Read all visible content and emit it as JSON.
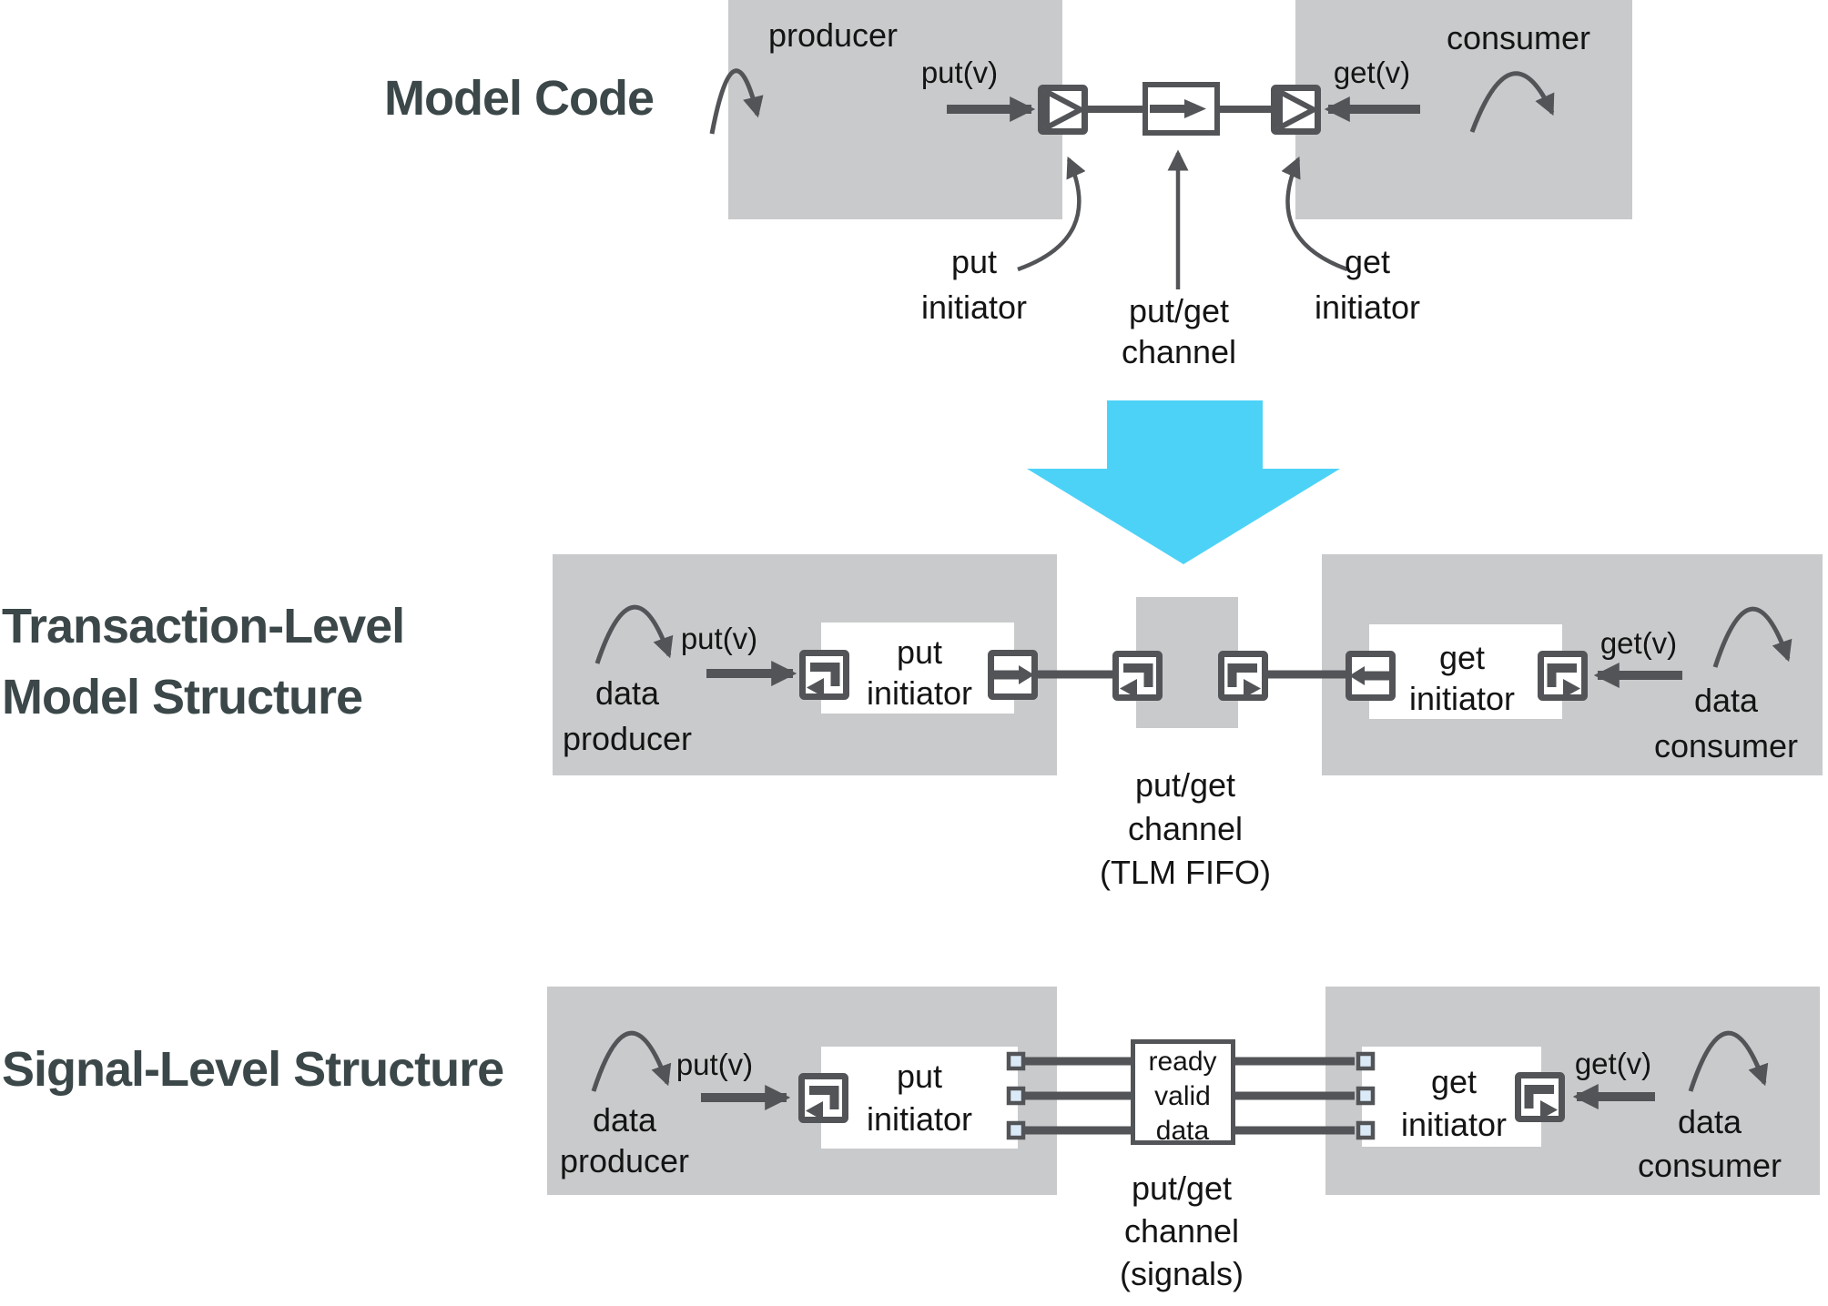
{
  "colors": {
    "module_gray": "#c9cacb",
    "stroke_dark": "#525457",
    "refine_cyan": "#4dd2f7",
    "pin_fill": "#dbeaf7",
    "title_slate": "#3b4748",
    "text_black": "#141414"
  },
  "top": {
    "title": "Model Code",
    "producer_label": "producer",
    "consumer_label": "consumer",
    "put_call": "put(v)",
    "get_call": "get(v)",
    "put_initiator": [
      "put",
      "initiator"
    ],
    "channel": [
      "put/get",
      "channel"
    ],
    "get_initiator": [
      "get",
      "initiator"
    ]
  },
  "tlm": {
    "title": [
      "Transaction-Level",
      "Model Structure"
    ],
    "producer": [
      "data",
      "producer"
    ],
    "consumer": [
      "data",
      "consumer"
    ],
    "put_call": "put(v)",
    "get_call": "get(v)",
    "put_initiator": [
      "put",
      "initiator"
    ],
    "get_initiator": [
      "get",
      "initiator"
    ],
    "channel": [
      "put/get",
      "channel",
      "(TLM FIFO)"
    ]
  },
  "signal": {
    "title": "Signal-Level Structure",
    "producer": [
      "data",
      "producer"
    ],
    "consumer": [
      "data",
      "consumer"
    ],
    "put_call": "put(v)",
    "get_call": "get(v)",
    "put_initiator": [
      "put",
      "initiator"
    ],
    "get_initiator": [
      "get",
      "initiator"
    ],
    "signals": [
      "ready",
      "valid",
      "data"
    ],
    "channel": [
      "put/get",
      "channel",
      "(signals)"
    ]
  }
}
